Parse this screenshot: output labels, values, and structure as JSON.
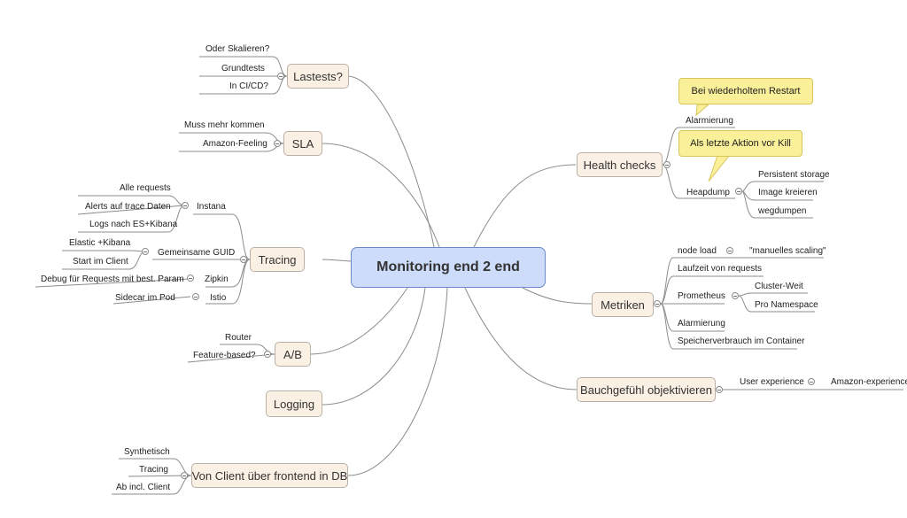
{
  "central": "Monitoring end 2 end",
  "nodes": {
    "lastests": "Lastests?",
    "sla": "SLA",
    "tracing": "Tracing",
    "ab": "A/B",
    "logging": "Logging",
    "client": "Von Client über frontend in DB",
    "health": "Health checks",
    "metriken": "Metriken",
    "bauch": "Bauchgefühl objektivieren"
  },
  "lastests": [
    "Oder Skalieren?",
    "Grundtests",
    "In CI/CD?"
  ],
  "sla": [
    "Muss mehr kommen",
    "Amazon-Feeling"
  ],
  "tracing": {
    "instana": "Instana",
    "instana_children": [
      "Alle requests",
      "Alerts auf trace Daten",
      "Logs nach ES+Kibana"
    ],
    "guid": "Gemeinsame GUID",
    "guid_children": [
      "Elastic +Kibana",
      "Start im Client"
    ],
    "zipkin": "Zipkin",
    "zipkin_children": [
      "Debug für Requests mit best. Param"
    ],
    "istio": "Istio",
    "istio_children": [
      "Sidecar im Pod"
    ]
  },
  "ab": [
    "Router",
    "Feature-based?"
  ],
  "client": [
    "Synthetisch",
    "Tracing",
    "Ab incl. Client"
  ],
  "health": {
    "alarmierung": "Alarmierung",
    "heapdump": "Heapdump",
    "heapdump_children": [
      "Persistent storage",
      "Image kreieren",
      "wegdumpen"
    ],
    "callout1": "Bei wiederholtem Restart",
    "callout2": "Als letzte Aktion vor Kill"
  },
  "metriken": {
    "nodeload": "node load",
    "nodeload_child": "\"manuelles scaling\"",
    "laufzeit": "Laufzeit von requests",
    "prometheus": "Prometheus",
    "prometheus_children": [
      "Cluster-Weit",
      "Pro Namespace"
    ],
    "alarmierung": "Alarmierung",
    "speicher": "Speicherverbrauch im Container"
  },
  "bauch": {
    "userexp": "User experience",
    "userexp_child": "Amazon-experience"
  }
}
